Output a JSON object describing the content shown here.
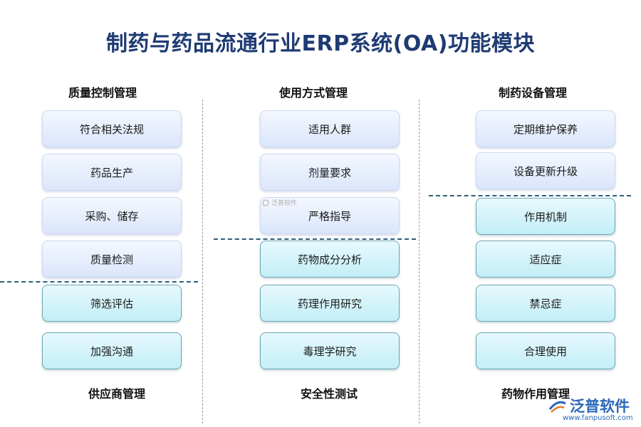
{
  "title": "制药与药品流通行业ERP系统(OA)功能模块",
  "columns": [
    {
      "top_header": "质量控制管理",
      "bottom_header": "供应商管理",
      "upper_boxes": [
        "符合相关法规",
        "药品生产",
        "采购、储存",
        "质量检测"
      ],
      "lower_boxes": [
        "筛选评估",
        "加强沟通"
      ]
    },
    {
      "top_header": "使用方式管理",
      "bottom_header": "安全性测试",
      "upper_boxes": [
        "适用人群",
        "剂量要求",
        "严格指导"
      ],
      "lower_boxes": [
        "药物成分分析",
        "药理作用研究",
        "毒理学研究"
      ]
    },
    {
      "top_header": "制药设备管理",
      "bottom_header": "药物作用管理",
      "upper_boxes": [
        "定期维护保养",
        "设备更新升级"
      ],
      "lower_boxes": [
        "作用机制",
        "适应症",
        "禁忌症",
        "合理使用"
      ]
    }
  ],
  "watermark": {
    "small_text": "泛普软件",
    "logo_text": "泛普软件",
    "logo_url": "www.fanpusoft.com"
  },
  "colors": {
    "title": "#1f3b73",
    "upper_box": "#dbe6fb",
    "lower_box": "#c3eef7",
    "divider": "#2d5f7a",
    "logo": "#2a67b8"
  }
}
